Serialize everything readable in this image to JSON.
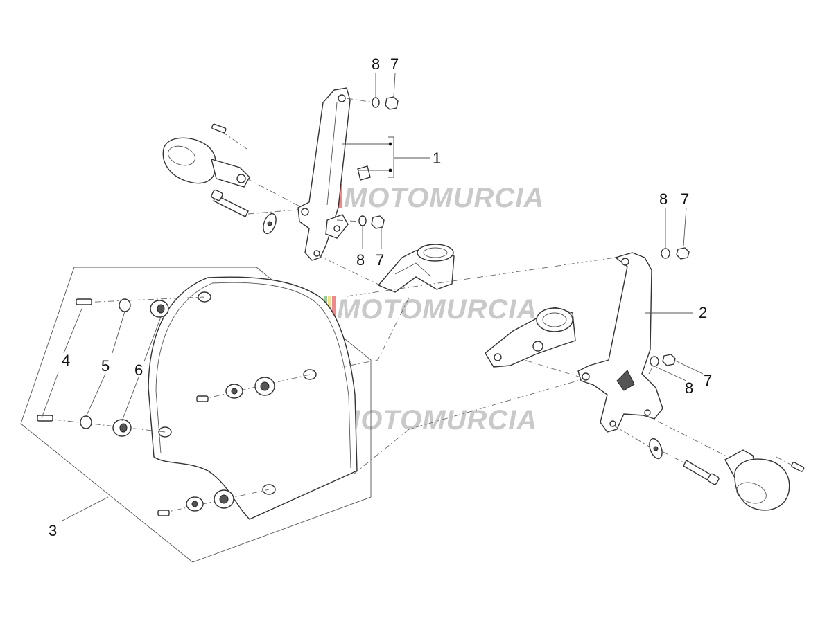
{
  "watermark": {
    "text": "MOTOMURCIA",
    "colors": {
      "fill": "#c9c9c9",
      "stripe_green": "#8fcf8f",
      "stripe_yellow": "#f2e27a",
      "stripe_red": "#ef8a8a"
    }
  },
  "callouts": {
    "c1": "1",
    "c2": "2",
    "c3": "3",
    "c4": "4",
    "c5": "5",
    "c6": "6",
    "c7a": "7",
    "c8a": "8",
    "c7b": "7",
    "c8b": "8",
    "c7c": "7",
    "c8c": "8",
    "c7d": "7",
    "c8d": "8"
  },
  "colors": {
    "line": "#333333",
    "background": "#ffffff"
  }
}
